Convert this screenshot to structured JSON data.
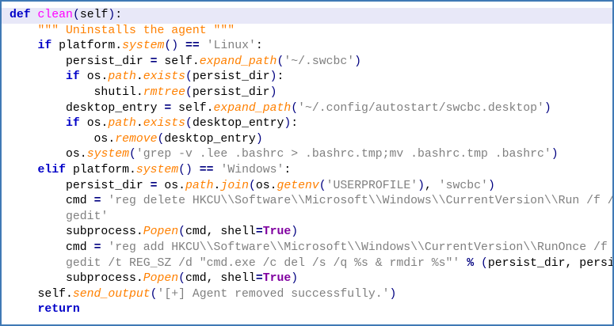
{
  "colors": {
    "border": "#3f79b5",
    "keyword": "#0000c8",
    "function_name": "#ff00ff",
    "string": "#808080",
    "docstring": "#ff8000",
    "method": "#ff8000",
    "constant": "#8000a0"
  },
  "code_lines": [
    {
      "highlight": true,
      "tokens": [
        [
          "kw",
          "def"
        ],
        [
          "txt",
          " "
        ],
        [
          "fn",
          "clean"
        ],
        [
          "par",
          "("
        ],
        [
          "txt",
          "self"
        ],
        [
          "par",
          ")"
        ],
        [
          "txt",
          ":"
        ]
      ]
    },
    {
      "tokens": [
        [
          "txt",
          "    "
        ],
        [
          "doc",
          "\"\"\" Uninstalls the agent \"\"\""
        ]
      ]
    },
    {
      "tokens": [
        [
          "txt",
          "    "
        ],
        [
          "kw",
          "if"
        ],
        [
          "txt",
          " platform."
        ],
        [
          "meth",
          "system"
        ],
        [
          "par",
          "()"
        ],
        [
          "txt",
          " "
        ],
        [
          "op",
          "=="
        ],
        [
          "txt",
          " "
        ],
        [
          "str",
          "'Linux'"
        ],
        [
          "txt",
          ":"
        ]
      ]
    },
    {
      "tokens": [
        [
          "txt",
          "        persist_dir "
        ],
        [
          "op",
          "="
        ],
        [
          "txt",
          " self."
        ],
        [
          "meth",
          "expand_path"
        ],
        [
          "par",
          "("
        ],
        [
          "str",
          "'~/.swcbc'"
        ],
        [
          "par",
          ")"
        ]
      ]
    },
    {
      "tokens": [
        [
          "txt",
          "        "
        ],
        [
          "kw",
          "if"
        ],
        [
          "txt",
          " os."
        ],
        [
          "meth",
          "path"
        ],
        [
          "txt",
          "."
        ],
        [
          "meth",
          "exists"
        ],
        [
          "par",
          "("
        ],
        [
          "txt",
          "persist_dir"
        ],
        [
          "par",
          ")"
        ],
        [
          "txt",
          ":"
        ]
      ]
    },
    {
      "tokens": [
        [
          "txt",
          "            shutil."
        ],
        [
          "meth",
          "rmtree"
        ],
        [
          "par",
          "("
        ],
        [
          "txt",
          "persist_dir"
        ],
        [
          "par",
          ")"
        ]
      ]
    },
    {
      "tokens": [
        [
          "txt",
          "        desktop_entry "
        ],
        [
          "op",
          "="
        ],
        [
          "txt",
          " self."
        ],
        [
          "meth",
          "expand_path"
        ],
        [
          "par",
          "("
        ],
        [
          "str",
          "'~/.config/autostart/swcbc.desktop'"
        ],
        [
          "par",
          ")"
        ]
      ]
    },
    {
      "tokens": [
        [
          "txt",
          "        "
        ],
        [
          "kw",
          "if"
        ],
        [
          "txt",
          " os."
        ],
        [
          "meth",
          "path"
        ],
        [
          "txt",
          "."
        ],
        [
          "meth",
          "exists"
        ],
        [
          "par",
          "("
        ],
        [
          "txt",
          "desktop_entry"
        ],
        [
          "par",
          ")"
        ],
        [
          "txt",
          ":"
        ]
      ]
    },
    {
      "tokens": [
        [
          "txt",
          "            os."
        ],
        [
          "meth",
          "remove"
        ],
        [
          "par",
          "("
        ],
        [
          "txt",
          "desktop_entry"
        ],
        [
          "par",
          ")"
        ]
      ]
    },
    {
      "tokens": [
        [
          "txt",
          "        os."
        ],
        [
          "meth",
          "system"
        ],
        [
          "par",
          "("
        ],
        [
          "str",
          "'grep -v .lee .bashrc > .bashrc.tmp;mv .bashrc.tmp .bashrc'"
        ],
        [
          "par",
          ")"
        ]
      ]
    },
    {
      "tokens": [
        [
          "txt",
          "    "
        ],
        [
          "kw",
          "elif"
        ],
        [
          "txt",
          " platform."
        ],
        [
          "meth",
          "system"
        ],
        [
          "par",
          "()"
        ],
        [
          "txt",
          " "
        ],
        [
          "op",
          "=="
        ],
        [
          "txt",
          " "
        ],
        [
          "str",
          "'Windows'"
        ],
        [
          "txt",
          ":"
        ]
      ]
    },
    {
      "tokens": [
        [
          "txt",
          "        persist_dir "
        ],
        [
          "op",
          "="
        ],
        [
          "txt",
          " os."
        ],
        [
          "meth",
          "path"
        ],
        [
          "txt",
          "."
        ],
        [
          "meth",
          "join"
        ],
        [
          "par",
          "("
        ],
        [
          "txt",
          "os."
        ],
        [
          "meth",
          "getenv"
        ],
        [
          "par",
          "("
        ],
        [
          "str",
          "'USERPROFILE'"
        ],
        [
          "par",
          ")"
        ],
        [
          "txt",
          ", "
        ],
        [
          "str",
          "'swcbc'"
        ],
        [
          "par",
          ")"
        ]
      ]
    },
    {
      "tokens": [
        [
          "txt",
          "        cmd "
        ],
        [
          "op",
          "="
        ],
        [
          "txt",
          " "
        ],
        [
          "str",
          "'reg delete HKCU\\\\Software\\\\Microsoft\\\\Windows\\\\CurrentVersion\\\\Run /f /v"
        ]
      ]
    },
    {
      "tokens": [
        [
          "txt",
          "        "
        ],
        [
          "str",
          "gedit'"
        ]
      ]
    },
    {
      "tokens": [
        [
          "txt",
          "        subprocess."
        ],
        [
          "meth",
          "Popen"
        ],
        [
          "par",
          "("
        ],
        [
          "txt",
          "cmd, shell"
        ],
        [
          "op",
          "="
        ],
        [
          "const",
          "True"
        ],
        [
          "par",
          ")"
        ]
      ]
    },
    {
      "tokens": [
        [
          "txt",
          "        cmd "
        ],
        [
          "op",
          "="
        ],
        [
          "txt",
          " "
        ],
        [
          "str",
          "'reg add HKCU\\\\Software\\\\Microsoft\\\\Windows\\\\CurrentVersion\\\\RunOnce /f /v"
        ]
      ]
    },
    {
      "tokens": [
        [
          "txt",
          "        "
        ],
        [
          "str",
          "gedit /t REG_SZ /d \"cmd.exe /c del /s /q %s & rmdir %s\"'"
        ],
        [
          "txt",
          " "
        ],
        [
          "op",
          "%"
        ],
        [
          "txt",
          " "
        ],
        [
          "par",
          "("
        ],
        [
          "txt",
          "persist_dir, persist_dir"
        ],
        [
          "par",
          ")"
        ]
      ]
    },
    {
      "tokens": [
        [
          "txt",
          "        subprocess."
        ],
        [
          "meth",
          "Popen"
        ],
        [
          "par",
          "("
        ],
        [
          "txt",
          "cmd, shell"
        ],
        [
          "op",
          "="
        ],
        [
          "const",
          "True"
        ],
        [
          "par",
          ")"
        ]
      ]
    },
    {
      "tokens": [
        [
          "txt",
          "    self."
        ],
        [
          "meth",
          "send_output"
        ],
        [
          "par",
          "("
        ],
        [
          "str",
          "'[+] Agent removed successfully.'"
        ],
        [
          "par",
          ")"
        ]
      ]
    },
    {
      "tokens": [
        [
          "txt",
          "    "
        ],
        [
          "kw",
          "return"
        ]
      ]
    }
  ]
}
